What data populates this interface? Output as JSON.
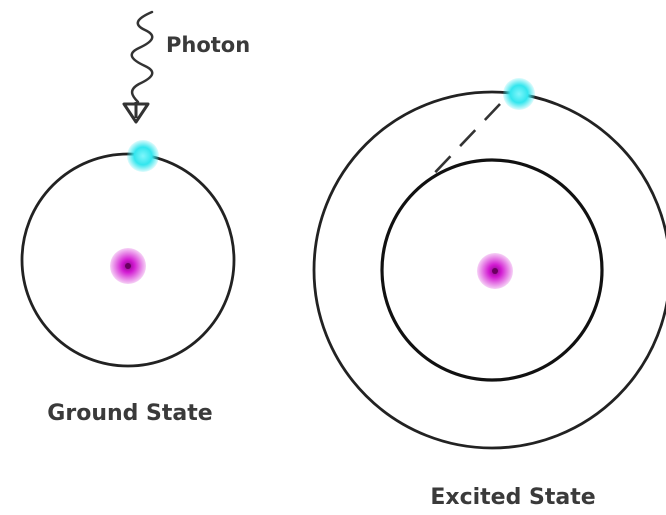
{
  "labels": {
    "photon": "Photon",
    "ground_state": "Ground State",
    "excited_state": "Excited State"
  },
  "colors": {
    "orbit": "#222222",
    "electron": "#33e6ee",
    "nucleus": "#d21ad2",
    "text": "#3a3a3a"
  }
}
